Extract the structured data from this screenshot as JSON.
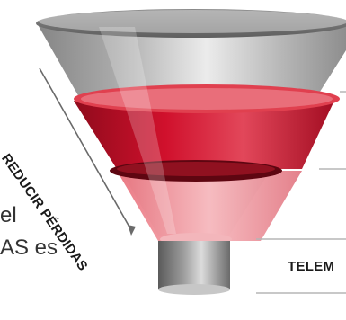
{
  "reduce_label": "REDUCIR PÉRDIDAS",
  "left_text": {
    "line1": "el",
    "line2": "AS es"
  },
  "right_label": "TELEM",
  "colors": {
    "red": "#c8102e",
    "dark_red": "#7a0a16",
    "silver": "#c9c9c9",
    "line": "#b5b5b5"
  }
}
